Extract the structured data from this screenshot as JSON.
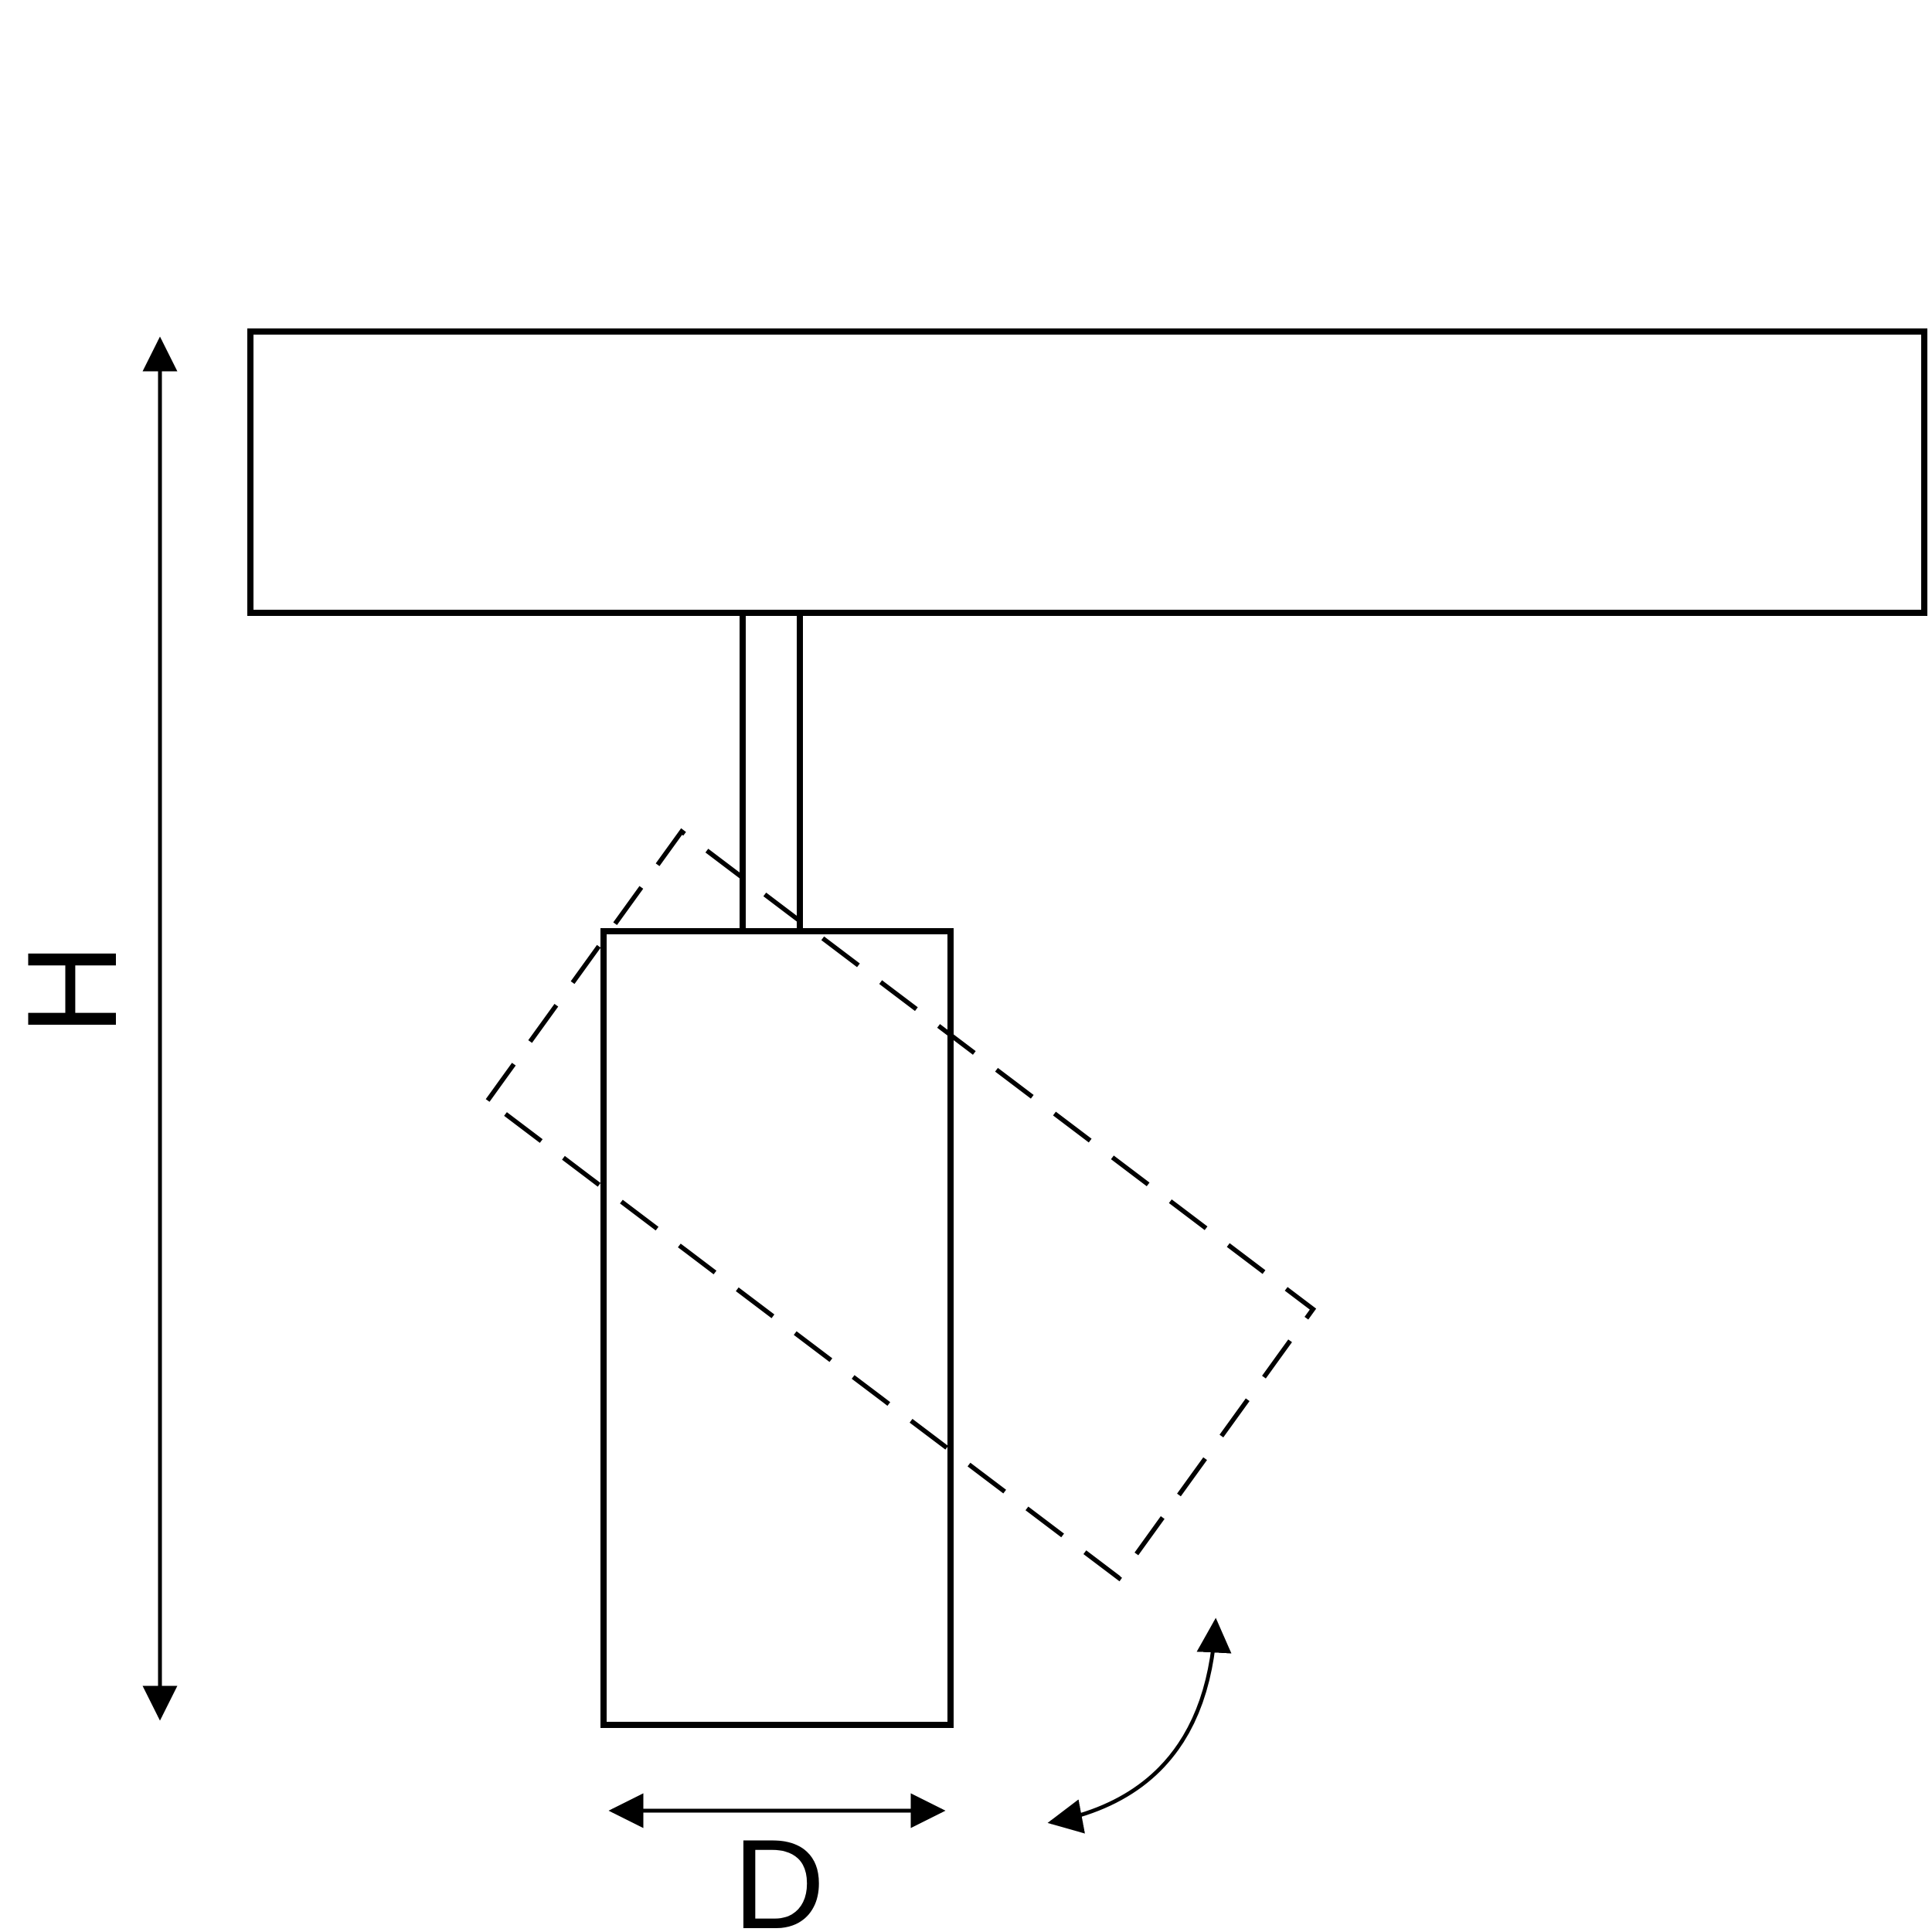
{
  "diagram": {
    "type": "technical-dimension-drawing",
    "subject": "ceiling track spotlight with rotatable cylindrical head",
    "labels": {
      "height": "H",
      "diameter": "D"
    },
    "colors": {
      "line": "#000000",
      "background": "#ffffff"
    }
  }
}
